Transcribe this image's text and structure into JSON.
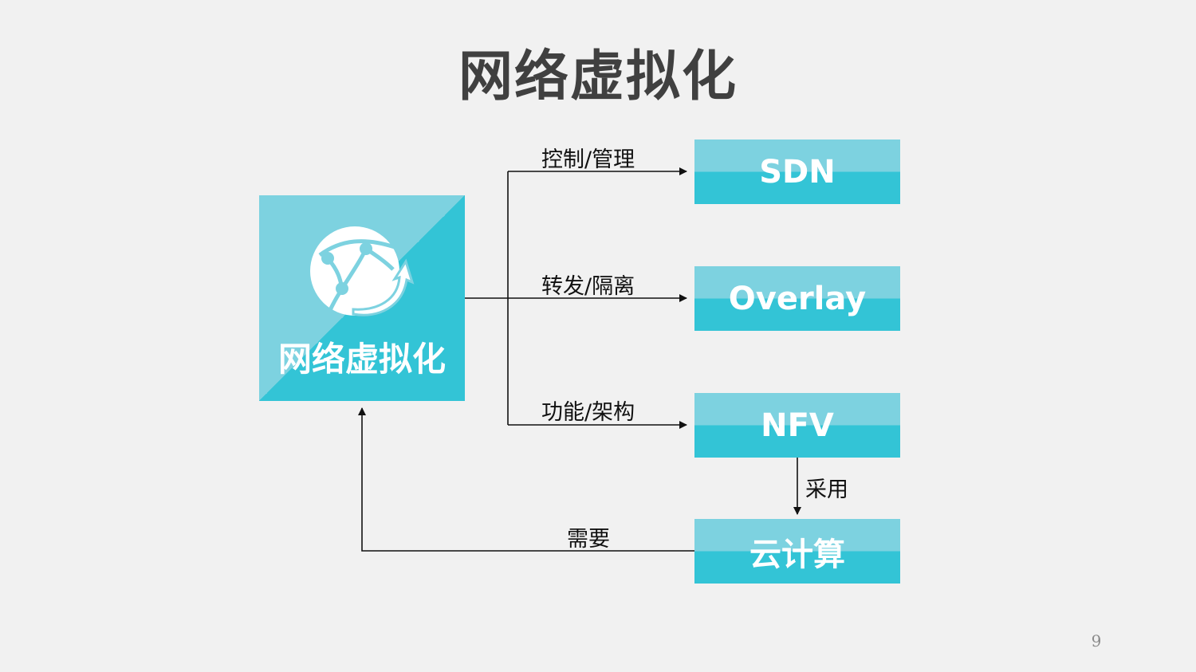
{
  "slide": {
    "title": "网络虚拟化",
    "page_number": "9"
  },
  "diagram": {
    "center": {
      "label": "网络虚拟化",
      "icon": "globe-network-icon"
    },
    "nodes": [
      {
        "id": "sdn",
        "label": "SDN"
      },
      {
        "id": "overlay",
        "label": "Overlay"
      },
      {
        "id": "nfv",
        "label": "NFV"
      },
      {
        "id": "cloud",
        "label": "云计算"
      }
    ],
    "edges": [
      {
        "from": "网络虚拟化",
        "to": "SDN",
        "label": "控制/管理"
      },
      {
        "from": "网络虚拟化",
        "to": "Overlay",
        "label": "转发/隔离"
      },
      {
        "from": "网络虚拟化",
        "to": "NFV",
        "label": "功能/架构"
      },
      {
        "from": "NFV",
        "to": "云计算",
        "label": "采用"
      },
      {
        "from": "云计算",
        "to": "网络虚拟化",
        "label": "需要"
      }
    ],
    "colors": {
      "box_light": "#7dd2e0",
      "box_dark": "#33c4d6",
      "line": "#111111"
    }
  }
}
